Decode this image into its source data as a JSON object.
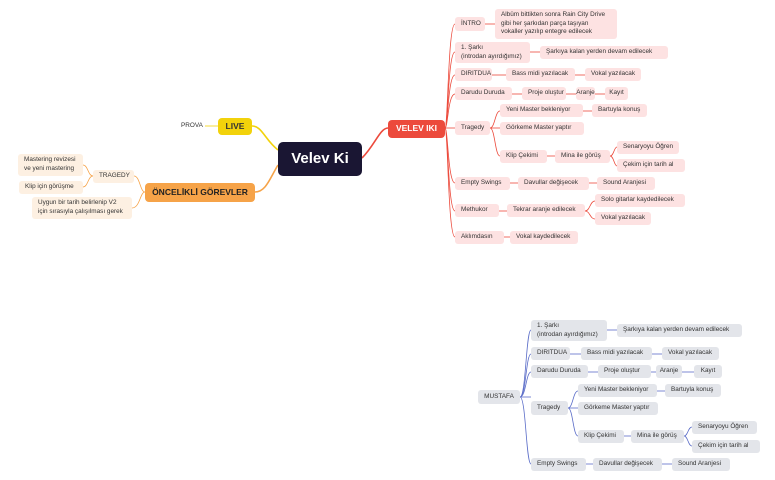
{
  "root": "Velev Ki",
  "branches": {
    "velev": "VELEV IKI",
    "live": "LIVE",
    "prova": "PROVA",
    "oncelikli": "ÖNCELİKLİ GÖREVLER",
    "tragedy_upper": "TRAGEDY",
    "mastering": "Mastering revizesi\nve yeni mastering",
    "klip_gorusme": "Klip için görüşme",
    "uygun": "Uygun bir tarih belirlenip V2\niçin sırasıyla çalışılması gerek"
  },
  "velev_iki": {
    "intro": "İNTRO",
    "intro_note": "Albüm bittikten sonra Rain City Drive\ngibi her şarkıdan parça taşıyan\nvokaller yazılıp entegre edilecek",
    "sarki1": "1. Şarkı\n(introdan ayırdığımız)",
    "sarki1_note": "Şarkıya kalan yerden devam edilecek",
    "diritdua": "DIRITDUA",
    "bass_midi": "Bass midi yazılacak",
    "vokal_yaz": "Vokal yazılacak",
    "darudu": "Darudu Duruda",
    "proje": "Proje oluştur",
    "aranje": "Aranje",
    "kayit": "Kayıt",
    "tragedy": "Tragedy",
    "yeni_master": "Yeni Master bekleniyor",
    "bartuyla": "Bartuyla konuş",
    "gorkeme": "Görkeme Master yaptır",
    "klip_cekimi": "Klip Çekimi",
    "mina": "Mina ile görüş",
    "senaryo": "Senaryoyu Öğren",
    "cekim_tarih": "Çekim için tarih al",
    "empty": "Empty Swings",
    "davullar": "Davullar değişecek",
    "sound": "Sound Aranjesi",
    "methuk": "Methukor",
    "tekrar": "Tekrar aranje edilecek",
    "solo": "Solo gitarlar kaydedilecek",
    "vokal_yaz2": "Vokal yazılacak",
    "aklimdasin": "Aklımdasın",
    "vokal_kayd": "Vokal kaydedilecek"
  },
  "mustafa": {
    "root": "MUSTAFA",
    "sarki1": "1. Şarkı\n(introdan ayırdığımız)",
    "sarki1_note": "Şarkıya kalan yerden devam edilecek",
    "diritdua": "DIRITDUA",
    "bass_midi": "Bass midi yazılacak",
    "vokal_yaz": "Vokal yazılacak",
    "darudu": "Darudu Duruda",
    "proje": "Proje oluştur",
    "aranje": "Aranje",
    "kayit": "Kayıt",
    "tragedy": "Tragedy",
    "yeni_master": "Yeni Master bekleniyor",
    "bartuyla": "Bartuyla konuş",
    "gorkeme": "Görkeme Master yaptır",
    "klip_cekimi": "Klip Çekimi",
    "mina": "Mina ile görüş",
    "senaryo": "Senaryoyu Öğren",
    "cekim_tarih": "Çekim için tarih al",
    "empty": "Empty Swings",
    "davullar": "Davullar değişecek",
    "sound": "Sound Aranjesi"
  },
  "colors": {
    "root": "#1a1633",
    "velev": "#ec4a3c",
    "live": "#f2d20b",
    "oncelikli": "#f6a348",
    "mustafa_line": "#5b6dc8"
  }
}
